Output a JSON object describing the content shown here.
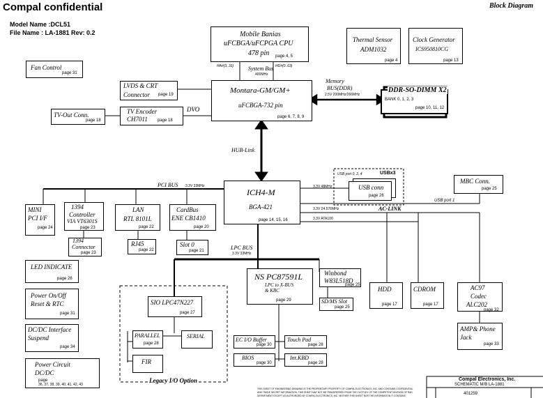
{
  "header": {
    "title": "Compal confidential",
    "model": "Model Name :DCL51",
    "file": "File Name : LA-1881 Rev: 0.2",
    "block_diagram": "Block Diagram"
  },
  "cpu": {
    "l1": "Mobile Banias",
    "l2": "uFCBGA/uFCPGA CPU",
    "l3": "478 pin",
    "page": "page 4, 5",
    "ha": "HA#(3..31)",
    "hd": "HD#(0..63)",
    "sysbus": "System Bus",
    "freq": "400MHz"
  },
  "thermal": {
    "l1": "Thermal Sensor",
    "l2": "ADM1032",
    "page": "page 4"
  },
  "clock": {
    "l1": "Clock Generator",
    "l2": "ICS950810CG",
    "page": "page 13"
  },
  "fan": {
    "l1": "Fan Control",
    "page": "page 31"
  },
  "lvds": {
    "l1": "LVDS & CRT",
    "l2": "Connector",
    "page": "page 19"
  },
  "gmch": {
    "l1": "Montara-GM/GM+",
    "l2": "uFCBGA-732 pin",
    "page": "page 6, 7, 8, 9"
  },
  "memory": {
    "l1": "Memory",
    "l2": "BUS(DDR)",
    "freq": "2.5V 200MHz/266MHz"
  },
  "ddr": {
    "l1": "DDR-SO-DIMM X2",
    "bank": "BANK 0, 1, 2, 3",
    "page": "page 10, 11, 12"
  },
  "tvout": {
    "l1": "TV-Out Conn.",
    "page": "page 18"
  },
  "tvenc": {
    "l1": "TV Encoder",
    "l2": "CH7011",
    "page": "page 18"
  },
  "dvo": "DVO",
  "hublink": "HUB-Link",
  "pcibus": {
    "l1": "PCI BUS",
    "freq": "3.3V 33MHz"
  },
  "ich": {
    "l1": "ICH4-M",
    "l2": "BGA-421",
    "page": "page 14, 15, 16"
  },
  "usb": {
    "ports": "USB port 0, 2, 4",
    "x3": "USBx3",
    "conn": "USB conn",
    "page": "page 26",
    "freq": "3.3V 48MHz",
    "port1": "USB port 1"
  },
  "mbc": {
    "l1": "MBC Conn.",
    "page": "page 25"
  },
  "aclink": {
    "freq": "3.3V 24.576MHz",
    "l1": "AC-LINK"
  },
  "ata": "3.3V ATA100",
  "mini": {
    "l1": "MINI",
    "l2": "PCI I/F",
    "page": "page 24"
  },
  "c1394": {
    "l1": "1394",
    "l2": "Controller",
    "l3": "VIA VT6301S",
    "page": "page 23"
  },
  "conn1394": {
    "l1": "1394",
    "l2": "Connector",
    "page": "page 23"
  },
  "lan": {
    "l1": "LAN",
    "l2": "RTL 8101L",
    "page": "page 22"
  },
  "rj45": {
    "l1": "RJ45",
    "page": "page 22"
  },
  "cardbus": {
    "l1": "CardBus",
    "l2": "ENE CB1410",
    "page": "page 20"
  },
  "slot0": {
    "l1": "Slot 0",
    "page": "page 21"
  },
  "lpcbus": {
    "l1": "LPC BUS",
    "freq": "3.3V 33MHz"
  },
  "led": {
    "l1": "LED INDICATE",
    "page": "page 26"
  },
  "power": {
    "l1": "Power On/Off",
    "l2": "Reset & RTC",
    "page": "page 31"
  },
  "dcdc": {
    "l1": "DC/DC Interface",
    "l2": "Suspend",
    "page": "page 34"
  },
  "pcirc": {
    "l1": "Power Circuit",
    "l2": "DC/DC",
    "page": "page",
    "pages": "36, 37, 38, 39, 40, 41, 42, 43"
  },
  "nspc": {
    "l1": "NS PC87591L",
    "l2": "LPC to X-BUS",
    "l3": "& KBC",
    "page": "page 29"
  },
  "winbond": {
    "l1": "Winbond",
    "l2": "W83L518D",
    "page": "page 25"
  },
  "sdms": {
    "l1": "SD/MS Slot",
    "page": "page 25"
  },
  "hdd": {
    "l1": "HDD",
    "page": "page 17"
  },
  "cdrom": {
    "l1": "CDROM",
    "page": "page 17"
  },
  "ac97": {
    "l1": "AC97",
    "l2": "Codec",
    "l3": "ALC202",
    "page": "page 32"
  },
  "amp": {
    "l1": "AMP& Phone",
    "l2": "Jack",
    "page": "page 33"
  },
  "sio": {
    "l1": "SIO LPC47N227",
    "page": "page 27"
  },
  "parallel": {
    "l1": "PARALLEL",
    "page": "page 28"
  },
  "serial": {
    "l1": "SERIAL"
  },
  "fir": {
    "l1": "FIR"
  },
  "legacy": "Legacy I/O  Option",
  "ecio": {
    "l1": "EC I/O Buffer",
    "page": "page 30"
  },
  "touchpad": {
    "l1": "Touch Pad",
    "page": "page 28"
  },
  "bios": {
    "l1": "BIOS",
    "page": "page 30"
  },
  "intkbd": {
    "l1": "Int.KBD",
    "page": "page 28"
  },
  "titleblock": {
    "company": "Compal Electronics, Inc.",
    "doc": "SCHEMATIC M/B LA-1881",
    "number": "401259",
    "notice1": "THIS SHEET OF ENGINEERING DRAWING IS THE PROPRIETARY PROPERTY OF COMPAL ELECTRONICS, INC. AND CONTAINS CONFIDENTIAL",
    "notice2": "AND TRADE SECRET INFORMATION. THIS SHEET MAY NOT BE TRANSFERRED FROM THE CUSTODY OF THE COMPETENT DIVISION OF R&D",
    "notice3": "DEPARTMENT EXCEPT AS AUTHORIZED BY COMPAL ELECTRONICS, INC. NEITHER THIS SHEET NOR THE INFORMATION IT CONTAINS"
  }
}
